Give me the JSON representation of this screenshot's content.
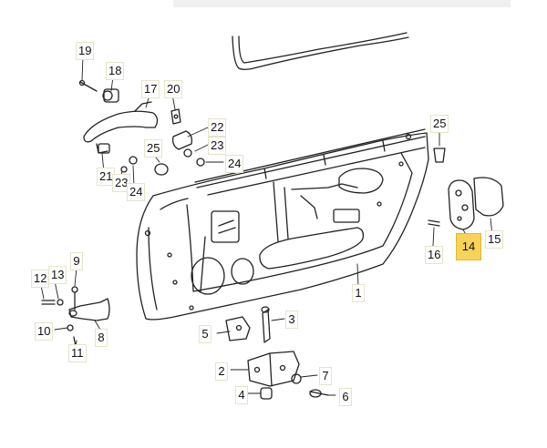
{
  "diagram": {
    "highlighted_part": "14",
    "highlight_color": "#f7d35a",
    "callouts": {
      "c1": "1",
      "c2": "2",
      "c3": "3",
      "c4": "4",
      "c5": "5",
      "c6": "6",
      "c7": "7",
      "c8": "8",
      "c9": "9",
      "c10": "10",
      "c11": "11",
      "c12": "12",
      "c13": "13",
      "c14": "14",
      "c15": "15",
      "c16": "16",
      "c17": "17",
      "c18": "18",
      "c19": "19",
      "c20": "20",
      "c21": "21",
      "c22": "22",
      "c23a": "23",
      "c23b": "23",
      "c24a": "24",
      "c24b": "24",
      "c25a": "25",
      "c25b": "25"
    }
  }
}
